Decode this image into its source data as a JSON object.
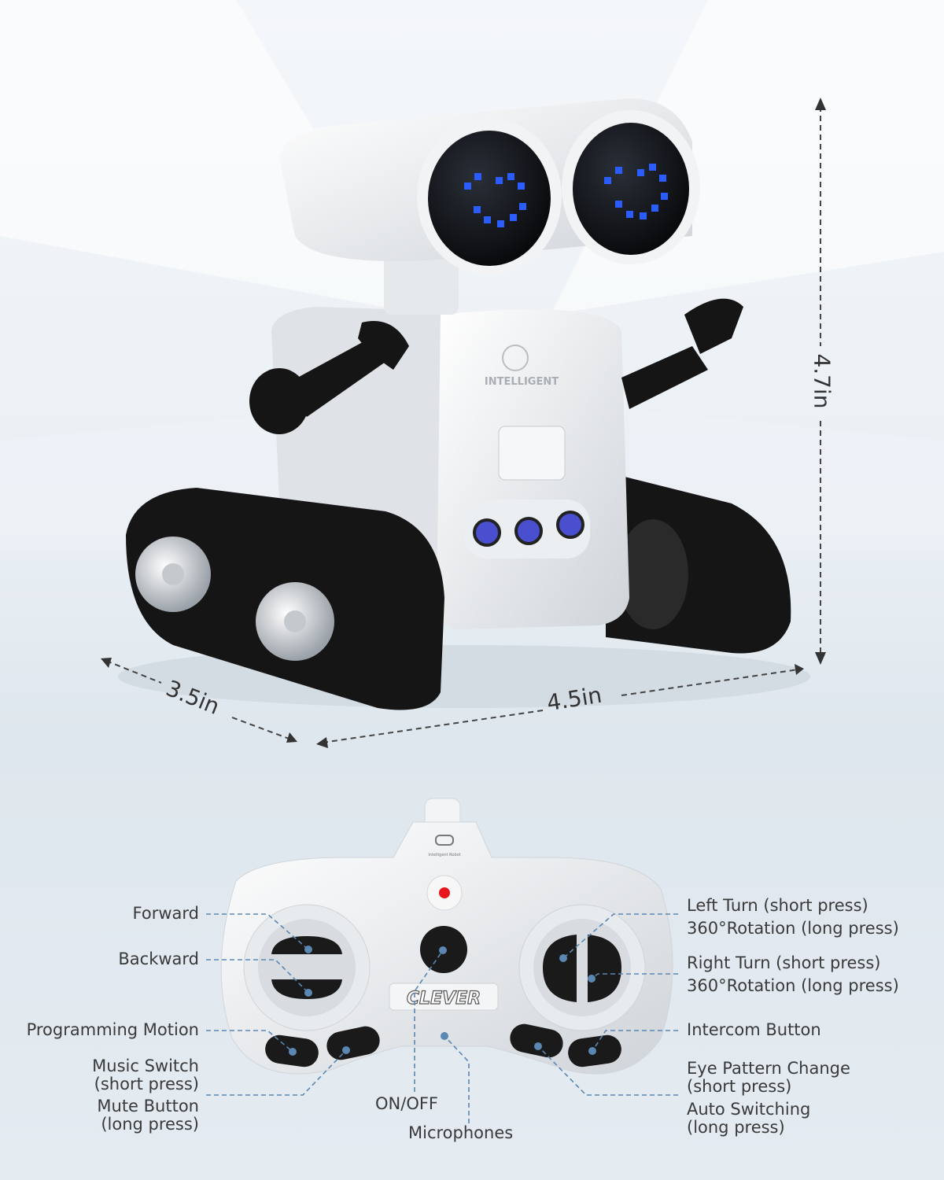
{
  "product": {
    "chest_text": "INTELLIGENT",
    "remote_brand": "CLEVER",
    "remote_logo_text": "Intelligent Robot"
  },
  "dimensions": {
    "height": "4.7in",
    "depth": "3.5in",
    "width": "4.5in"
  },
  "labels_left": {
    "forward": "Forward",
    "backward": "Backward",
    "programming": "Programming Motion",
    "music_1": "Music Switch",
    "music_2": "(short press)",
    "mute_1": "Mute Button",
    "mute_2": "(long press)"
  },
  "labels_center": {
    "power": "ON/OFF",
    "mic": "Microphones"
  },
  "labels_right": {
    "left_turn": "Left Turn (short press)",
    "left_rot": "360°Rotation (long press)",
    "right_turn": "Right Turn (short press)",
    "right_rot": "360°Rotation (long press)",
    "intercom": "Intercom Button",
    "eye_1": "Eye Pattern Change",
    "eye_2": "(short press)",
    "auto_1": "Auto Switching",
    "auto_2": "(long press)"
  },
  "colors": {
    "accent_line": "#5b87b3",
    "eye_led": "#2a5cff",
    "power_led": "#e8141c"
  }
}
